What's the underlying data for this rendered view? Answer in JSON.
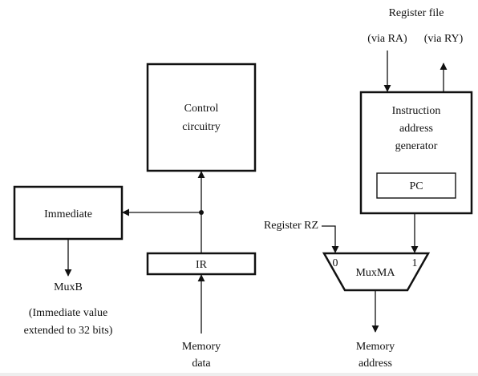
{
  "labels": {
    "register_file": "Register file",
    "via_ra": "(via RA)",
    "via_ry": "(via RY)",
    "control_line1": "Control",
    "control_line2": "circuitry",
    "iag_line1": "Instruction",
    "iag_line2": "address",
    "iag_line3": "generator",
    "pc": "PC",
    "immediate": "Immediate",
    "register_rz": "Register RZ",
    "ir": "IR",
    "mux_input_0": "0",
    "mux_input_1": "1",
    "muxma": "MuxMA",
    "muxb": "MuxB",
    "imm_note_line1": "(Immediate value",
    "imm_note_line2": "extended to 32 bits)",
    "memory_data_line1": "Memory",
    "memory_data_line2": "data",
    "memory_address_line1": "Memory",
    "memory_address_line2": "address"
  }
}
